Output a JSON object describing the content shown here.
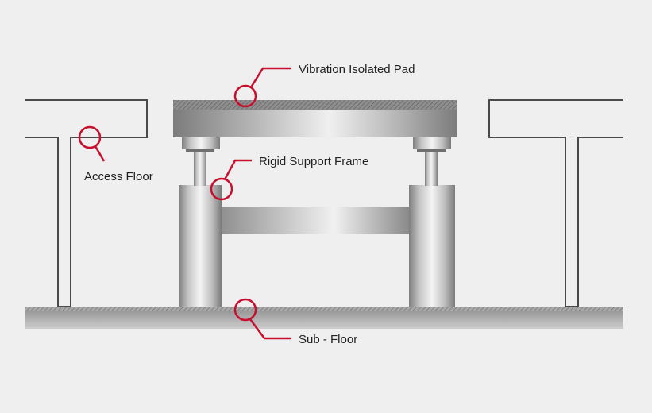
{
  "diagram": {
    "labels": {
      "vibration_pad": "Vibration Isolated Pad",
      "access_floor": "Access Floor",
      "rigid_frame": "Rigid Support Frame",
      "sub_floor": "Sub - Floor"
    },
    "colors": {
      "background": "#efefef",
      "callout": "#c8102e",
      "floor_outline": "#4a4a4a",
      "metal_dark": "#8c8c8c",
      "metal_light": "#f2f2f2"
    }
  }
}
